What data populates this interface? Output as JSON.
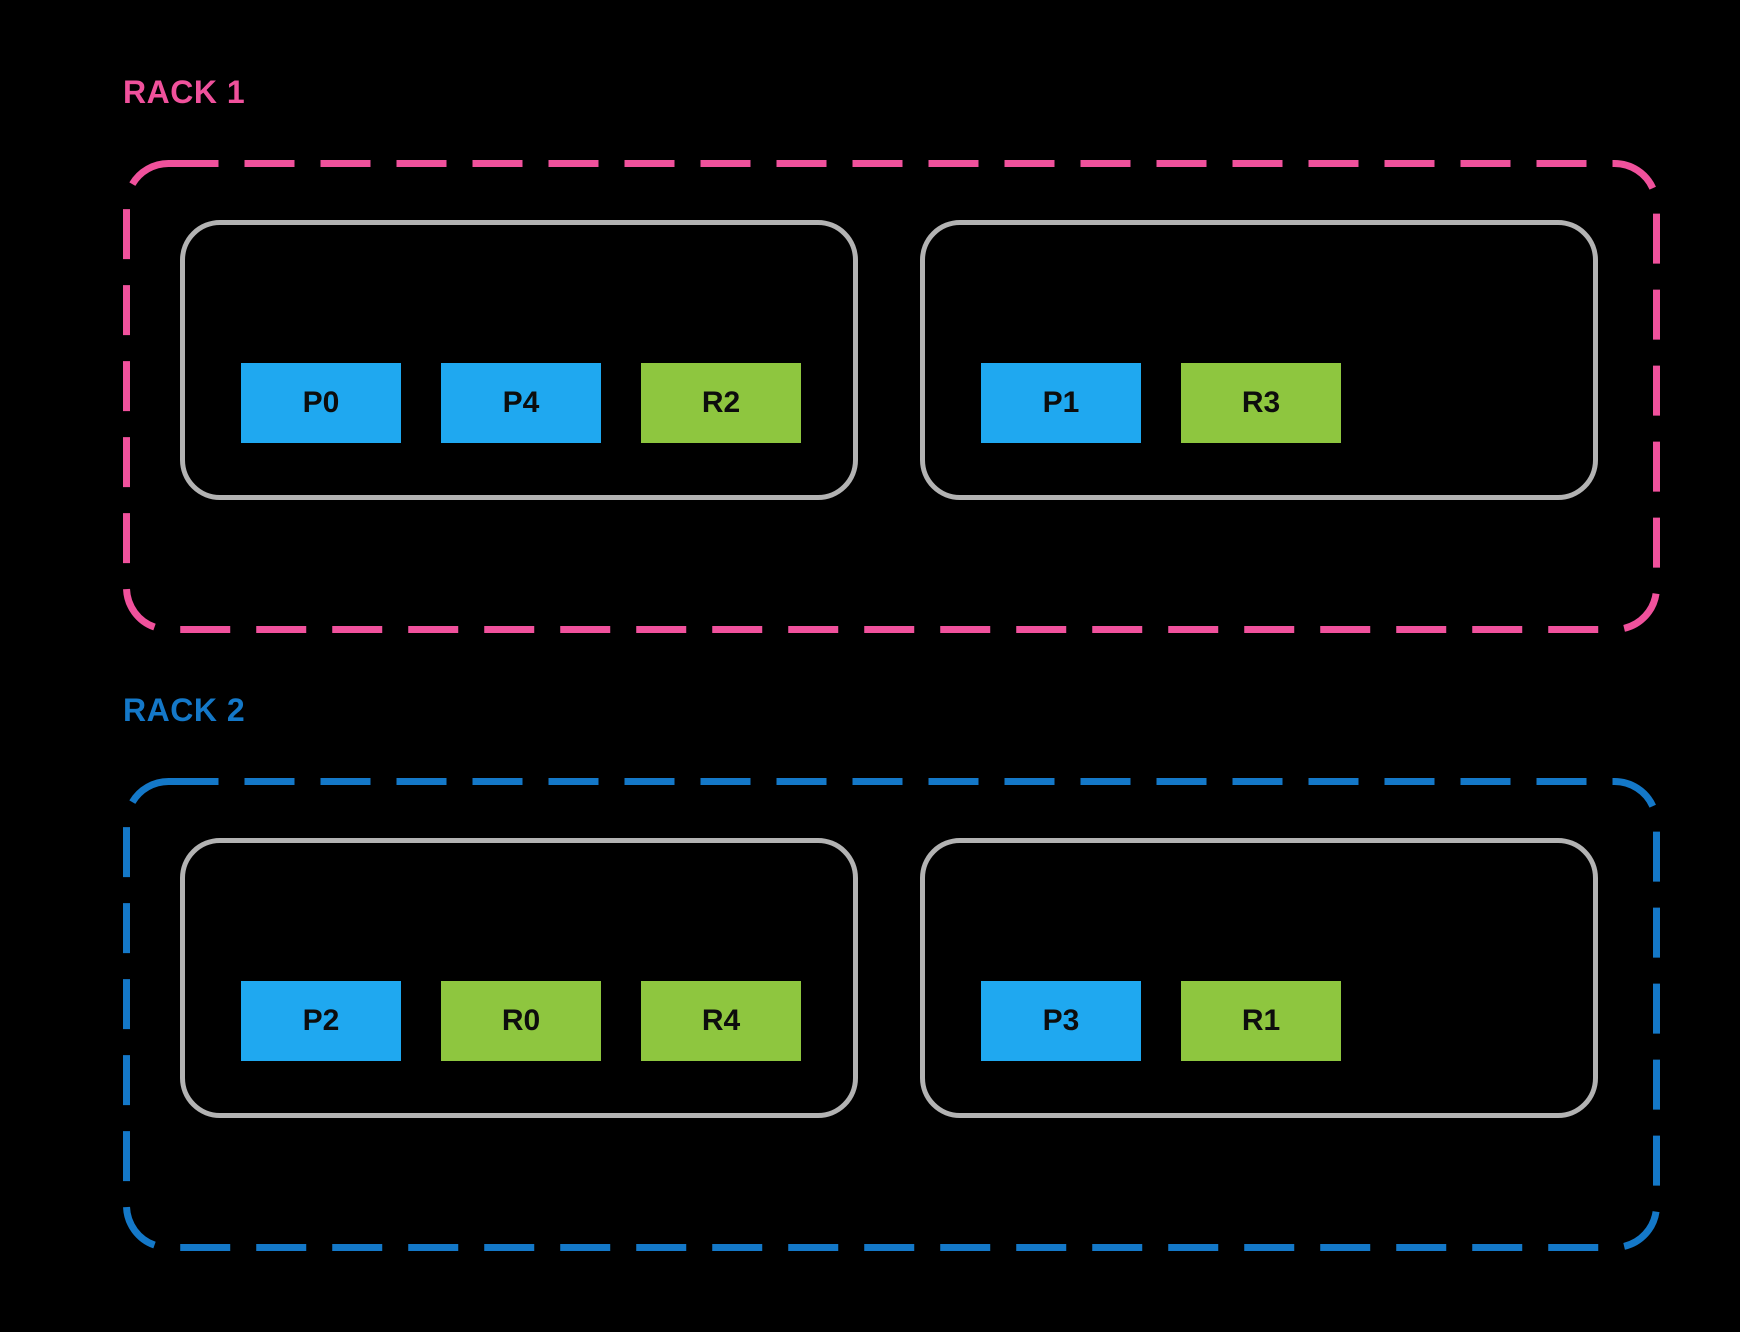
{
  "colors": {
    "background": "#000000",
    "host_border": "#b3b3b3",
    "chip_blue": "#1fa8f0",
    "chip_green": "#8ec63f",
    "chip_text": "#0d0d0d",
    "rack1_accent": "#f0519c",
    "rack2_accent": "#1478c8"
  },
  "racks": [
    {
      "id": "rack-1",
      "label": "RACK 1",
      "accent": "#f0519c",
      "hosts": [
        {
          "chips": [
            {
              "label": "P0",
              "type": "blue"
            },
            {
              "label": "P4",
              "type": "blue"
            },
            {
              "label": "R2",
              "type": "green"
            }
          ]
        },
        {
          "chips": [
            {
              "label": "P1",
              "type": "blue"
            },
            {
              "label": "R3",
              "type": "green"
            }
          ]
        }
      ]
    },
    {
      "id": "rack-2",
      "label": "RACK 2",
      "accent": "#1478c8",
      "hosts": [
        {
          "chips": [
            {
              "label": "P2",
              "type": "blue"
            },
            {
              "label": "R0",
              "type": "green"
            },
            {
              "label": "R4",
              "type": "green"
            }
          ]
        },
        {
          "chips": [
            {
              "label": "P3",
              "type": "blue"
            },
            {
              "label": "R1",
              "type": "green"
            }
          ]
        }
      ]
    }
  ]
}
